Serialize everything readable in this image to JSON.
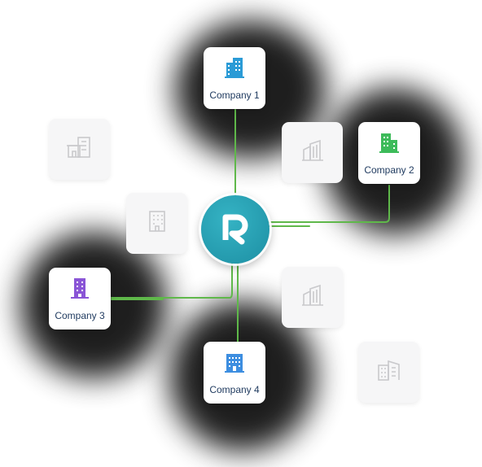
{
  "colors": {
    "hub": "#2aa3b6",
    "link": "#5fb84a",
    "company_1_icon": "#2b9bd6",
    "company_2_icon": "#3dbb5a",
    "company_3_icon": "#8a55d6",
    "company_4_icon": "#3d8ee0",
    "label": "#1f3a5f",
    "ghost_icon": "#c9c9cc"
  },
  "hub": {
    "icon": "r-logo-icon"
  },
  "companies": [
    {
      "label": "Company 1",
      "icon": "office-building-icon"
    },
    {
      "label": "Company 2",
      "icon": "office-building-icon"
    },
    {
      "label": "Company 3",
      "icon": "office-building-icon"
    },
    {
      "label": "Company 4",
      "icon": "office-building-icon"
    }
  ],
  "placeholders": [
    {
      "icon": "storefront-building-icon"
    },
    {
      "icon": "office-building-icon"
    },
    {
      "icon": "tower-building-icon"
    },
    {
      "icon": "tower-building-icon"
    },
    {
      "icon": "office-building-icon"
    }
  ]
}
